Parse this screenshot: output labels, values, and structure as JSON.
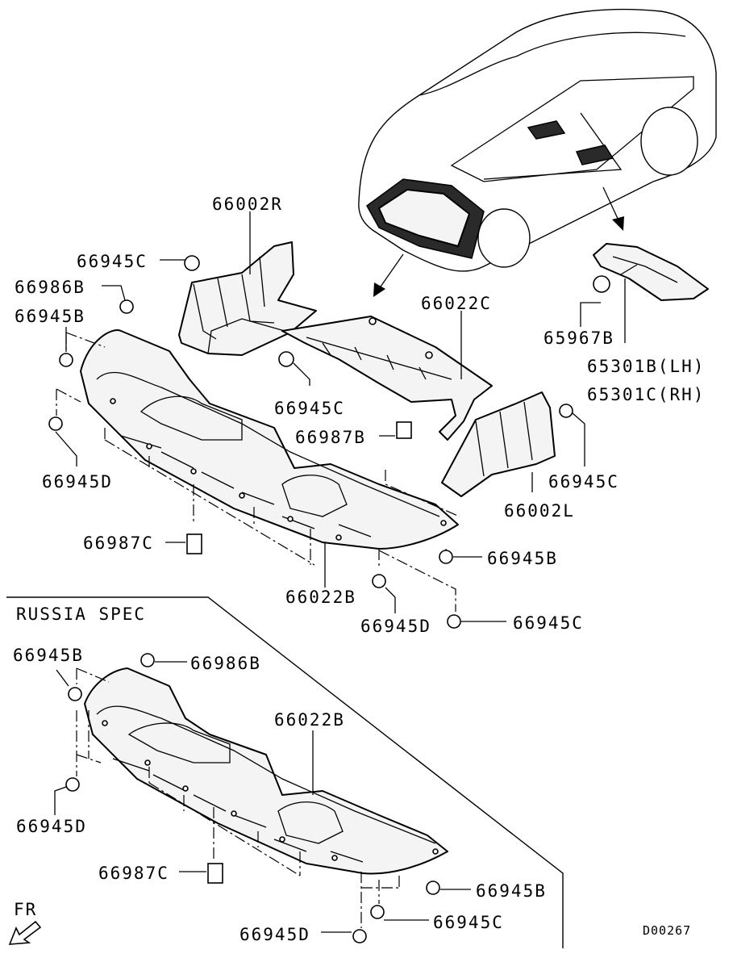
{
  "diagram": {
    "code": "D00267",
    "direction_label": "FR",
    "section_label": "RUSSIA SPEC",
    "labels": {
      "p66002R": "66002R",
      "p66945C_a": "66945C",
      "p66986B_a": "66986B",
      "p66945B_a": "66945B",
      "p66022C": "66022C",
      "p65967B": "65967B",
      "p65301B": "65301B(LH)",
      "p65301C": "65301C(RH)",
      "p66945C_b": "66945C",
      "p66987B": "66987B",
      "p66945D_a": "66945D",
      "p66945C_c": "66945C",
      "p66002L": "66002L",
      "p66987C_a": "66987C",
      "p66945B_b": "66945B",
      "p66022B_a": "66022B",
      "p66945D_b": "66945D",
      "p66945C_d": "66945C",
      "p66945B_c": "66945B",
      "p66986B_b": "66986B",
      "p66022B_b": "66022B",
      "p66945D_c": "66945D",
      "p66987C_b": "66987C",
      "p66945B_d": "66945B",
      "p66945C_e": "66945C",
      "p66945D_d": "66945D"
    }
  }
}
